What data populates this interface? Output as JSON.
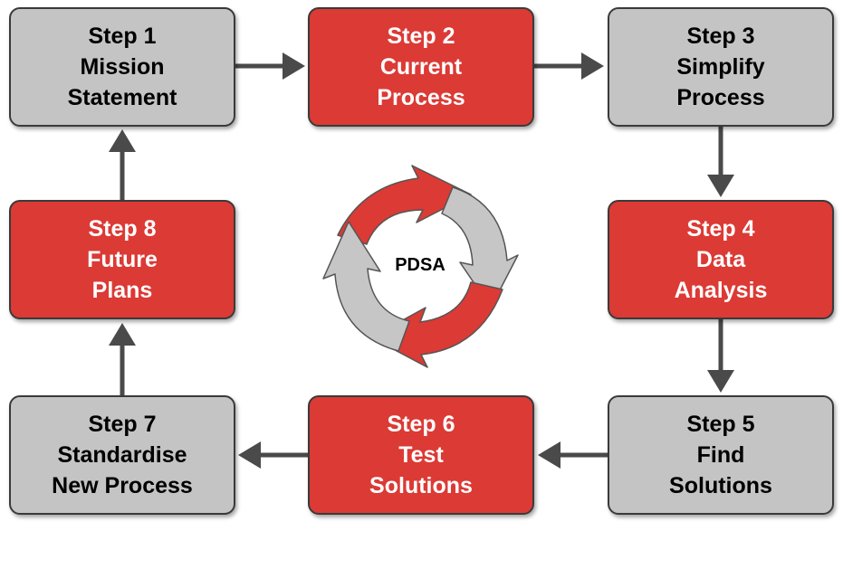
{
  "steps": [
    {
      "id": "step1",
      "lines": [
        "Step 1",
        "Mission",
        "Statement"
      ],
      "color": "gray"
    },
    {
      "id": "step2",
      "lines": [
        "Step 2",
        "Current",
        "Process"
      ],
      "color": "red"
    },
    {
      "id": "step3",
      "lines": [
        "Step 3",
        "Simplify",
        "Process"
      ],
      "color": "gray"
    },
    {
      "id": "step4",
      "lines": [
        "Step 4",
        "Data",
        "Analysis"
      ],
      "color": "red"
    },
    {
      "id": "step5",
      "lines": [
        "Step 5",
        "Find",
        "Solutions"
      ],
      "color": "gray"
    },
    {
      "id": "step6",
      "lines": [
        "Step 6",
        "Test",
        "Solutions"
      ],
      "color": "red"
    },
    {
      "id": "step7",
      "lines": [
        "Step 7",
        "Standardise",
        "New Process"
      ],
      "color": "gray"
    },
    {
      "id": "step8",
      "lines": [
        "Step 8",
        "Future",
        "Plans"
      ],
      "color": "red"
    }
  ],
  "cycle": {
    "label": "PDSA"
  },
  "colors": {
    "red": "#dc3a35",
    "gray": "#c4c4c4",
    "arrow": "#4a4a4a",
    "border": "#3a3a3a"
  }
}
